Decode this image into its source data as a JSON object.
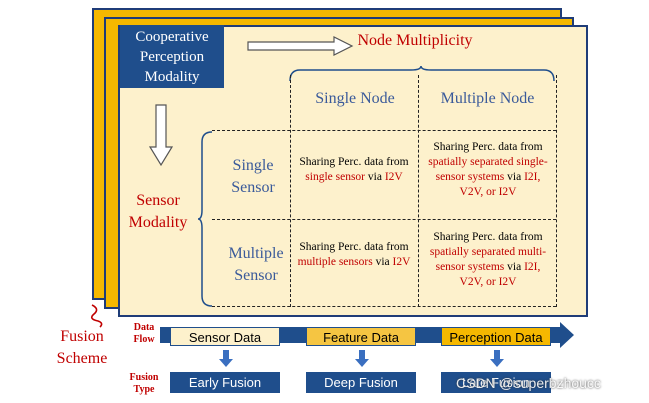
{
  "coop_label": "Cooperative Perception Modality",
  "node_multiplicity": "Node Multiplicity",
  "single_node": "Single Node",
  "multiple_node": "Multiple Node",
  "sensor_modality": "Sensor Modality",
  "single_sensor": "Single Sensor",
  "multiple_sensor": "Multiple Sensor",
  "cells": {
    "ss_sn": {
      "a": "Sharing Perc. data from ",
      "b": "single sensor",
      "c": " via ",
      "d": "I2V"
    },
    "ss_mn": {
      "a": "Sharing Perc. data from ",
      "b": "spatially separated single-sensor systems",
      "c": " via ",
      "d": "I2I, V2V, or I2V"
    },
    "ms_sn": {
      "a": "Sharing Perc. data from ",
      "b": "multiple sensors",
      "c": " via ",
      "d": "I2V"
    },
    "ms_mn": {
      "a": "Sharing Perc. data from ",
      "b": "spatially separated multi-sensor systems",
      "c": " via ",
      "d": "I2I, V2V, or I2V"
    }
  },
  "fusion_scheme": "Fusion Scheme",
  "data_flow": "Data Flow",
  "fusion_type": "Fusion Type",
  "flow": [
    "Sensor Data",
    "Feature Data",
    "Perception Data"
  ],
  "fusion": [
    "Early Fusion",
    "Deep Fusion",
    "Late Fusion"
  ],
  "watermark": "CSDN @superbzhoucc"
}
